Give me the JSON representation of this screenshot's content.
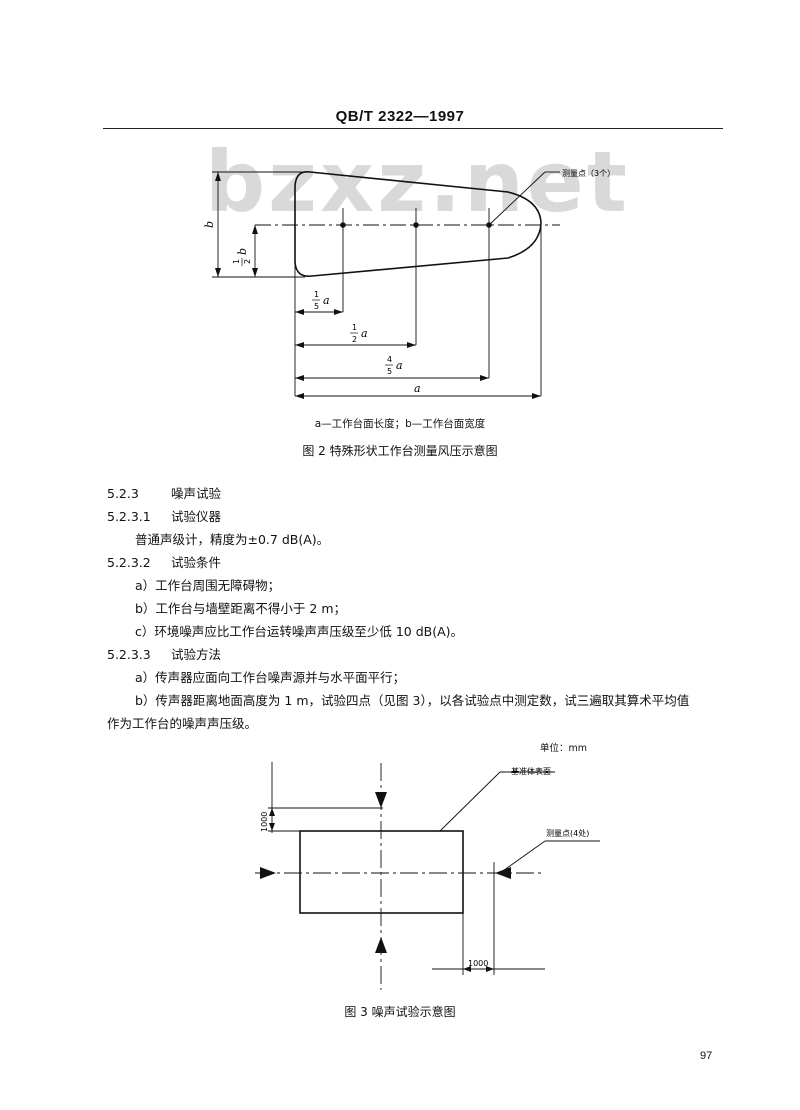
{
  "header": {
    "standard_number": "QB/T 2322—1997"
  },
  "watermark": "bzxz.net",
  "figure2": {
    "callout": "测量点（3个）",
    "dim_b": "b",
    "dim_half_b": {
      "numerator": "1",
      "denominator": "2",
      "var": "b"
    },
    "dim_fifth": {
      "numerator": "1",
      "denominator": "5",
      "var": "a"
    },
    "dim_half": {
      "numerator": "1",
      "denominator": "2",
      "var": "a"
    },
    "dim_four_fifths": {
      "numerator": "4",
      "denominator": "5",
      "var": "a"
    },
    "dim_a": "a",
    "legend": "a—工作台面长度；b—工作台面宽度",
    "caption": "图 2   特殊形状工作台测量风压示意图"
  },
  "sections": [
    {
      "num": "5.2.3",
      "title": "噪声试验"
    },
    {
      "num": "5.2.3.1",
      "title": "试验仪器"
    },
    {
      "text": "普通声级计，精度为±0.7 dB(A)。"
    },
    {
      "num": "5.2.3.2",
      "title": "试验条件"
    },
    {
      "item": "a）工作台周围无障碍物；"
    },
    {
      "item": "b）工作台与墙壁距离不得小于 2 m；"
    },
    {
      "item": "c）环境噪声应比工作台运转噪声声压级至少低 10 dB(A)。"
    },
    {
      "num": "5.2.3.3",
      "title": "试验方法"
    },
    {
      "item": "a）传声器应面向工作台噪声源并与水平面平行；"
    },
    {
      "item": "b）传声器距离地面高度为 1 m，试验四点（见图 3），以各试验点中测定数，试三遍取其算术平均值"
    },
    {
      "cont": "作为工作台的噪声声压级。"
    }
  ],
  "figure3": {
    "unit": "单位：mm",
    "label_surface": "基准体表面",
    "label_points": "测量点(4处)",
    "dim_vertical": "1000",
    "dim_horizontal": "1000",
    "caption": "图 3   噪声试验示意图"
  },
  "page_number": "97"
}
